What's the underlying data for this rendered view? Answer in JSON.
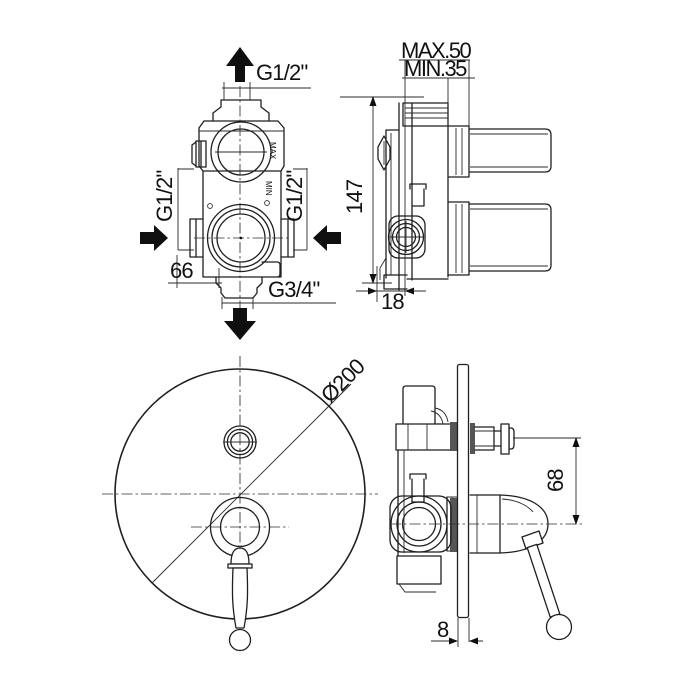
{
  "labels": {
    "valve_front": {
      "top_port": "G1/2\"",
      "left_port": "G1/2\"",
      "right_port": "G1/2\"",
      "bottom_port": "G3/4\"",
      "center_width": "66",
      "max": "MAX",
      "min": "MIN"
    },
    "valve_side": {
      "max_depth": "MAX.50",
      "min_depth": "MIN.35",
      "body_height": "147",
      "body_depth": "18"
    },
    "trim_front": {
      "plate_diameter": "Ø200"
    },
    "trim_side": {
      "handle_offset": "68",
      "plate_thickness": "8"
    }
  },
  "colors": {
    "line": "#1f1f1f",
    "arrow": "#0f0f0f",
    "background": "#ffffff"
  }
}
